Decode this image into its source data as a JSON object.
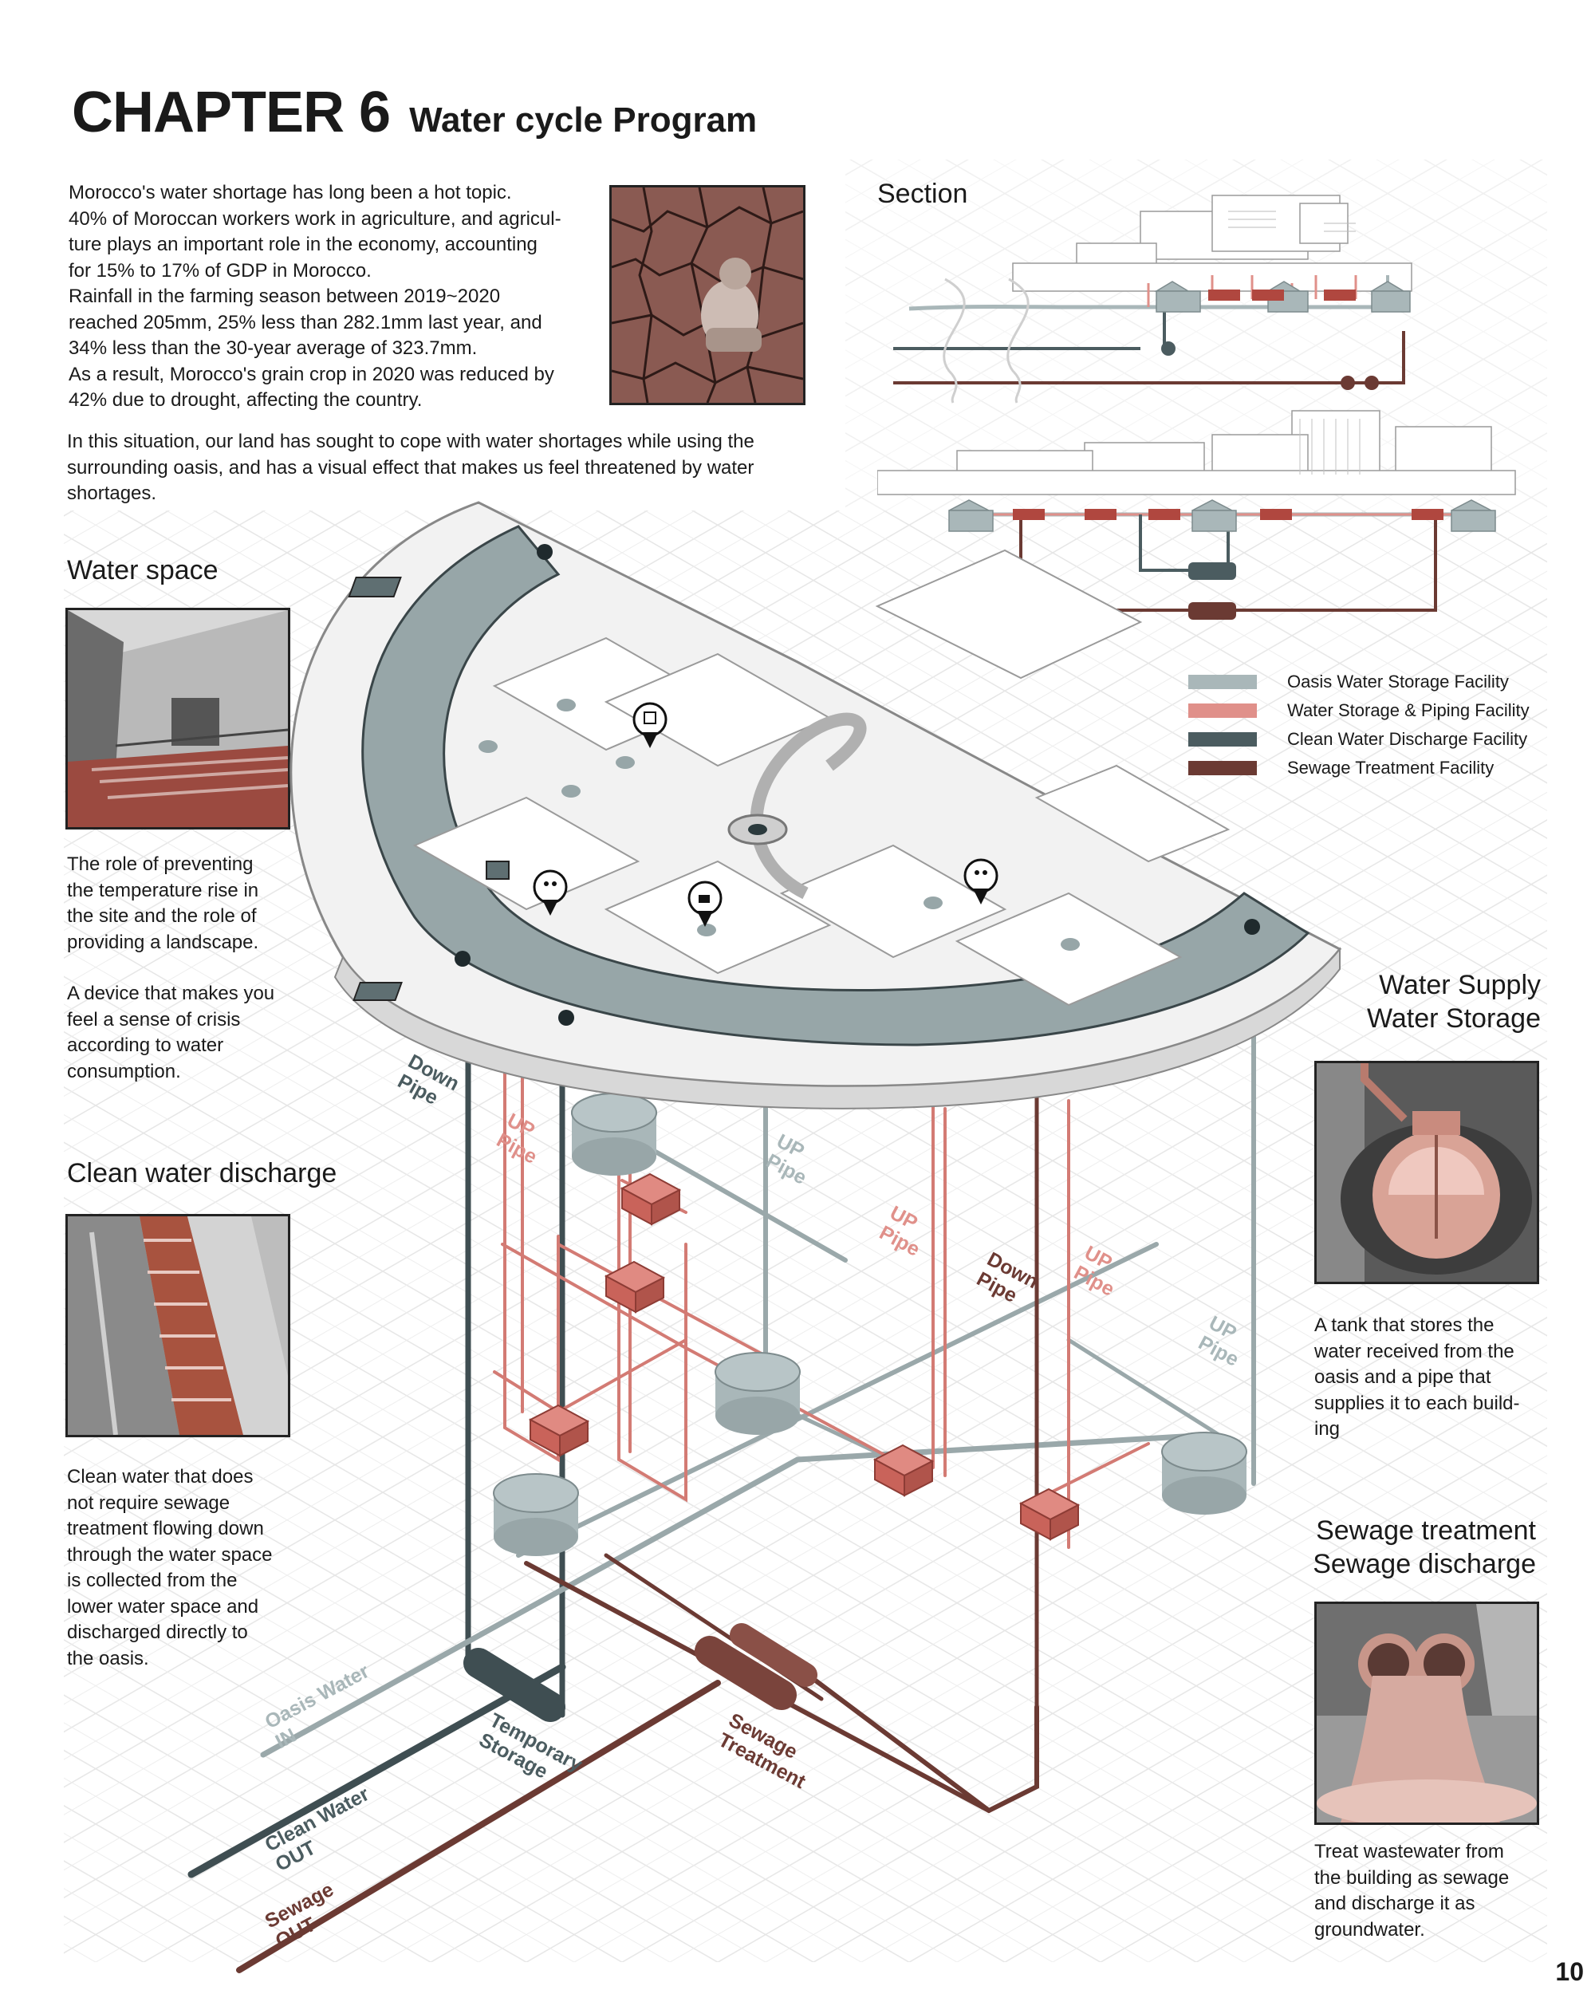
{
  "chapter": {
    "number": "CHAPTER 6",
    "title": "Water cycle Program"
  },
  "intro": {
    "lines": [
      " Morocco's water shortage has long been a hot topic.",
      "40% of Moroccan workers work in agriculture, and agricul-",
      "ture plays an important role in the economy, accounting",
      "for 15% to 17% of GDP in Morocco.",
      "Rainfall in the farming season between 2019~2020",
      "reached 205mm, 25% less than 282.1mm last year, and",
      "34% less than the 30-year average of 323.7mm.",
      "As a result, Morocco's grain crop in 2020 was reduced by",
      "42% due to drought, affecting the country."
    ],
    "para2": [
      " In this situation, our land has sought to cope with water shortages while using the",
      "surrounding oasis, and has a visual effect that makes us feel threatened by water",
      "shortages."
    ]
  },
  "section": {
    "title": "Section"
  },
  "water_space": {
    "heading": "Water space",
    "text1": [
      "The role of preventing",
      "the temperature rise in",
      "the site and the role of",
      "providing a landscape."
    ],
    "text2": [
      "A device that makes you",
      "feel a sense of crisis",
      "according to water",
      "consumption."
    ]
  },
  "clean_water": {
    "heading": "Clean water discharge",
    "text": [
      "Clean water that does",
      "not require sewage",
      "treatment flowing down",
      "through the water space",
      "is collected from the",
      "lower water space and",
      "discharged directly to",
      "the oasis."
    ]
  },
  "water_supply": {
    "heading": [
      "Water Supply",
      "Water Storage"
    ],
    "text": [
      "A tank that stores the",
      "water received from the",
      "oasis and a pipe that",
      "supplies it to each build-",
      "ing"
    ]
  },
  "sewage": {
    "heading": [
      "Sewage treatment",
      "Sewage discharge"
    ],
    "text": [
      "Treat wastewater from",
      "the building as sewage",
      "and discharge it as",
      "groundwater."
    ]
  },
  "legend": [
    {
      "label": "Oasis Water Storage  Facility",
      "color": "#a9b7b9"
    },
    {
      "label": "Water Storage & Piping Facility",
      "color": "#e0908a"
    },
    {
      "label": "Clean Water Discharge Facility",
      "color": "#4b5c60"
    },
    {
      "label": "Sewage Treatment Facility",
      "color": "#6b3a33"
    }
  ],
  "diagram_labels": {
    "down_pipe_1": [
      "Down",
      "Pipe"
    ],
    "up_pipe_1": [
      "UP",
      "Pipe"
    ],
    "up_pipe_2": [
      "UP",
      "Pipe"
    ],
    "up_pipe_3": [
      "UP",
      "Pipe"
    ],
    "down_pipe_2": [
      "Down",
      "Pipe"
    ],
    "up_pipe_4": [
      "UP",
      "Pipe"
    ],
    "up_pipe_5": [
      "UP",
      "Pipe"
    ],
    "oasis_in": [
      "Oasis Water",
      "IN"
    ],
    "temporary_storage": [
      "Temporary",
      "Storage"
    ],
    "sewage_treatment": [
      "Sewage",
      "Treatment"
    ],
    "clean_out": [
      "Clean Water",
      "OUT"
    ],
    "sewage_out": [
      "Sewage",
      "OUT"
    ]
  },
  "colors": {
    "oasis": "#a9b7b9",
    "piping": "#e0908a",
    "clean": "#4b5c60",
    "sewage": "#6b3a33"
  },
  "page_number": "10"
}
